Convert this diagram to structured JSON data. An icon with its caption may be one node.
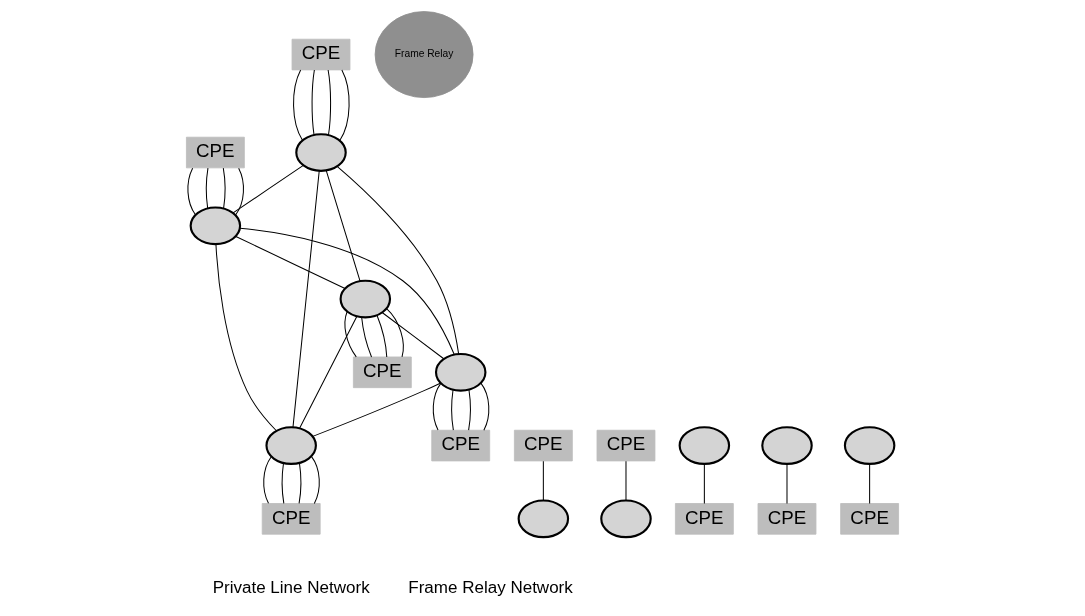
{
  "diagram": {
    "nodes": [
      {
        "text": [
          "CPE"
        ]
      },
      {
        "text": [],
        "shape": "circle"
      },
      {
        "text": [
          "CPE"
        ]
      },
      {
        "text": [],
        "shape": "circle"
      },
      {
        "text": [],
        "shape": "circle"
      },
      {
        "text": [
          "CPE"
        ]
      },
      {
        "text": [],
        "shape": "circle"
      },
      {
        "text": [],
        "shape": "circle"
      },
      {
        "text": [
          "CPE"
        ]
      },
      {
        "text": [
          "CPE"
        ]
      },
      {
        "text": [
          "CPE"
        ]
      },
      {
        "text": [],
        "shape": "circle"
      },
      {
        "text": [
          "CPE"
        ]
      },
      {
        "text": [],
        "shape": "circle"
      },
      {
        "text": [
          "Frame Relay"
        ]
      },
      {
        "text": [],
        "shape": "circle"
      },
      {
        "text": [
          "CPE"
        ]
      },
      {
        "text": [],
        "shape": "circle"
      },
      {
        "text": [],
        "shape": "circle"
      },
      {
        "text": [
          "CPE"
        ]
      },
      {
        "text": [
          "CPE"
        ]
      }
    ],
    "edges": [
      {
        "from": 0,
        "to": 1,
        "arrow": "none"
      },
      {
        "from": 0,
        "to": 1,
        "arrow": "none"
      },
      {
        "from": 0,
        "to": 1,
        "arrow": "none"
      },
      {
        "from": 0,
        "to": 1,
        "arrow": "none"
      },
      {
        "from": 2,
        "to": 3,
        "arrow": "none"
      },
      {
        "from": 2,
        "to": 3,
        "arrow": "none"
      },
      {
        "from": 2,
        "to": 3,
        "arrow": "none"
      },
      {
        "from": 2,
        "to": 3,
        "arrow": "none"
      },
      {
        "from": 4,
        "to": 5,
        "arrow": "none"
      },
      {
        "from": 4,
        "to": 5,
        "arrow": "none"
      },
      {
        "from": 4,
        "to": 5,
        "arrow": "none"
      },
      {
        "from": 4,
        "to": 5,
        "arrow": "none"
      },
      {
        "from": 1,
        "to": 3,
        "arrow": "none"
      },
      {
        "from": 1,
        "to": 4,
        "arrow": "none"
      },
      {
        "from": 1,
        "to": 6,
        "arrow": "none"
      },
      {
        "from": 1,
        "to": 7,
        "arrow": "none"
      },
      {
        "from": 3,
        "to": 4,
        "arrow": "none"
      },
      {
        "from": 3,
        "to": 6,
        "arrow": "none"
      },
      {
        "from": 3,
        "to": 7,
        "arrow": "none"
      },
      {
        "from": 4,
        "to": 6,
        "arrow": "none"
      },
      {
        "from": 4,
        "to": 7,
        "arrow": "none"
      },
      {
        "from": 6,
        "to": 7,
        "arrow": "none"
      },
      {
        "from": 6,
        "to": 8,
        "arrow": "none"
      },
      {
        "from": 6,
        "to": 8,
        "arrow": "none"
      },
      {
        "from": 6,
        "to": 8,
        "arrow": "none"
      },
      {
        "from": 6,
        "to": 8,
        "arrow": "none"
      },
      {
        "from": 7,
        "to": 9,
        "arrow": "none"
      },
      {
        "from": 7,
        "to": 9,
        "arrow": "none"
      },
      {
        "from": 7,
        "to": 9,
        "arrow": "none"
      },
      {
        "from": 7,
        "to": 9,
        "arrow": "none"
      },
      {
        "from": 10,
        "to": 11,
        "arrow": "none"
      },
      {
        "from": 12,
        "to": 13,
        "arrow": "none"
      },
      {
        "from": 15,
        "to": 16,
        "arrow": "none"
      },
      {
        "from": 17,
        "to": 19,
        "arrow": "none"
      },
      {
        "from": 18,
        "to": 20,
        "arrow": "none"
      }
    ],
    "labels": [
      "Private Line Network",
      "Frame Relay Network"
    ]
  }
}
